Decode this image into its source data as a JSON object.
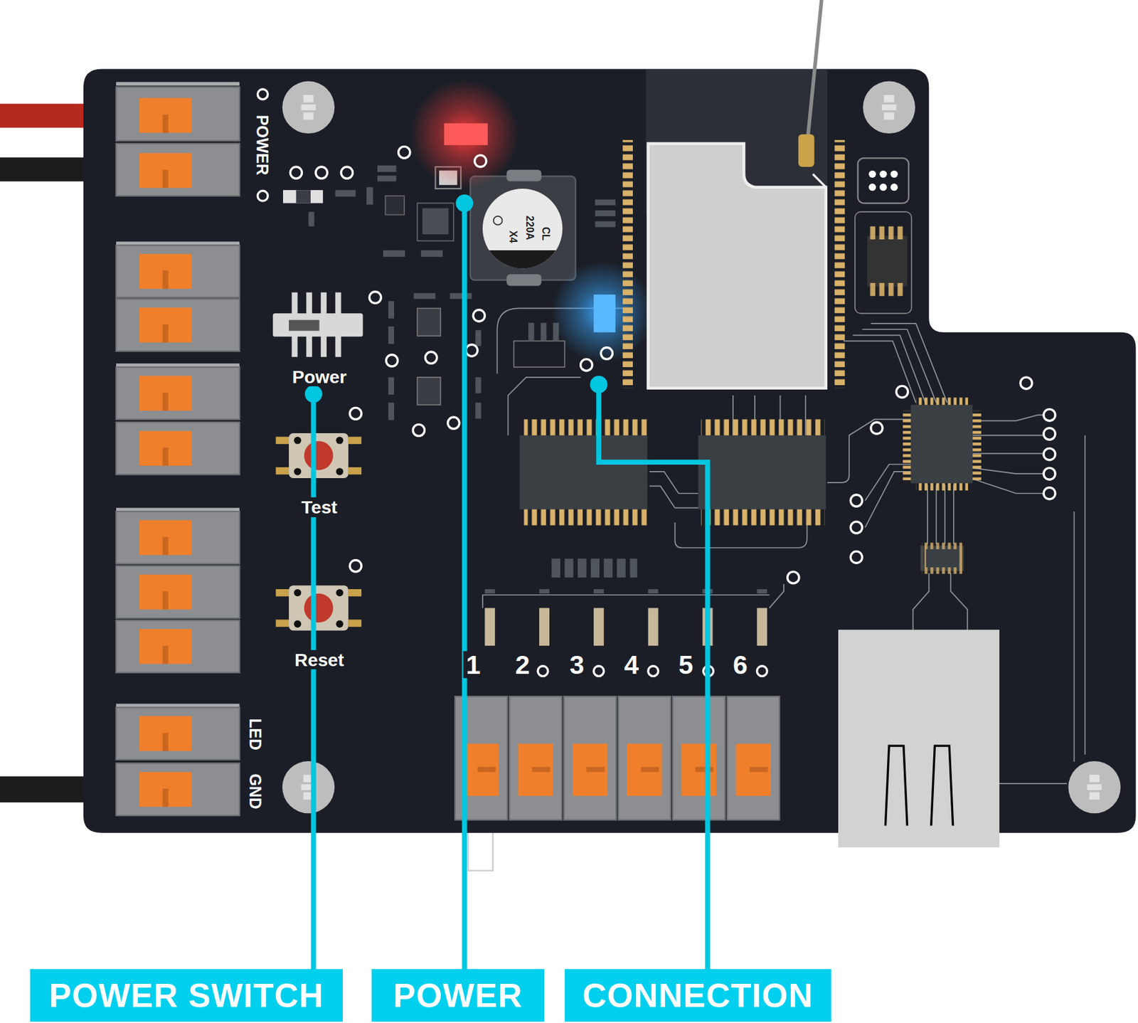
{
  "diagram": {
    "nodes": [
      {
        "text": [
          "POWER SWITCH"
        ]
      },
      {
        "text": [
          "POWER"
        ]
      },
      {
        "text": [
          "CONNECTION"
        ]
      }
    ],
    "labels": [
      "POWER",
      "Power",
      "Test",
      "Reset",
      "1",
      "2",
      "3",
      "4",
      "5",
      "6",
      "LED",
      "GND",
      "X4",
      "220A",
      "CL"
    ]
  }
}
